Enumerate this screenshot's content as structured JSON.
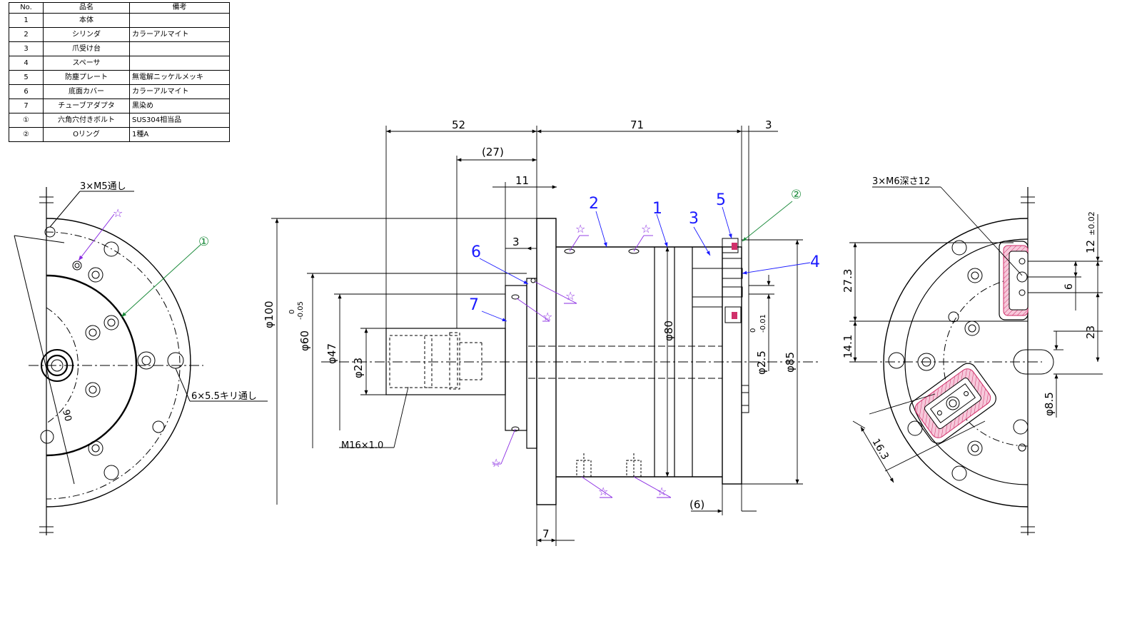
{
  "parts_table": {
    "headers": [
      "No.",
      "品名",
      "備考"
    ],
    "rows": [
      {
        "no": "1",
        "name": "本体",
        "note": ""
      },
      {
        "no": "2",
        "name": "シリンダ",
        "note": "カラーアルマイト"
      },
      {
        "no": "3",
        "name": "爪受け台",
        "note": ""
      },
      {
        "no": "4",
        "name": "スペーサ",
        "note": ""
      },
      {
        "no": "5",
        "name": "防塵プレート",
        "note": "無電解ニッケルメッキ"
      },
      {
        "no": "6",
        "name": "底面カバー",
        "note": "カラーアルマイト"
      },
      {
        "no": "7",
        "name": "チューブアダプタ",
        "note": "黒染め"
      },
      {
        "no": "①",
        "name": "六角穴付きボルト",
        "note": "SUS304相当品"
      },
      {
        "no": "②",
        "name": "Oリング",
        "note": "1種A"
      }
    ]
  },
  "dimensions": {
    "d52": "52",
    "d71": "71",
    "d3_top": "3",
    "d27": "(27)",
    "d11": "11",
    "d3_mid": "3",
    "d7": "7",
    "d6_bot": "(6)",
    "phi100": "φ100",
    "phi60": "φ60",
    "tol60_upper": "0",
    "tol60_lower": "-0.05",
    "phi47": "φ47",
    "phi23": "φ23",
    "phi80": "φ80",
    "phi2_5": "φ2.5",
    "tol25_upper": "0",
    "tol25_lower": "-0.01",
    "phi85": "φ85",
    "r_27_3": "27.3",
    "r_14_1": "14.1",
    "r_12": "12",
    "r_12_tol": "±0.02",
    "r_6": "6",
    "r_23": "23",
    "r_phi8_5": "φ8.5",
    "r_16_3": "16.3",
    "l_90": "90"
  },
  "callouts": {
    "m5": "3×M5通し",
    "drill": "6×5.5キリ通し",
    "m16": "M16×1.0",
    "m6": "3×M6深さ12",
    "bolt_ref": "①",
    "oring_ref": "②",
    "star": "☆",
    "b1": "1",
    "b2": "2",
    "b3": "3",
    "b4": "4",
    "b5": "5",
    "b6": "6",
    "b7": "7"
  },
  "colors": {
    "line": "#000000",
    "balloon": "#1a1aff",
    "star": "#8a2be2",
    "ref_green": "#1a8a3a",
    "oring": "#d0306a"
  }
}
